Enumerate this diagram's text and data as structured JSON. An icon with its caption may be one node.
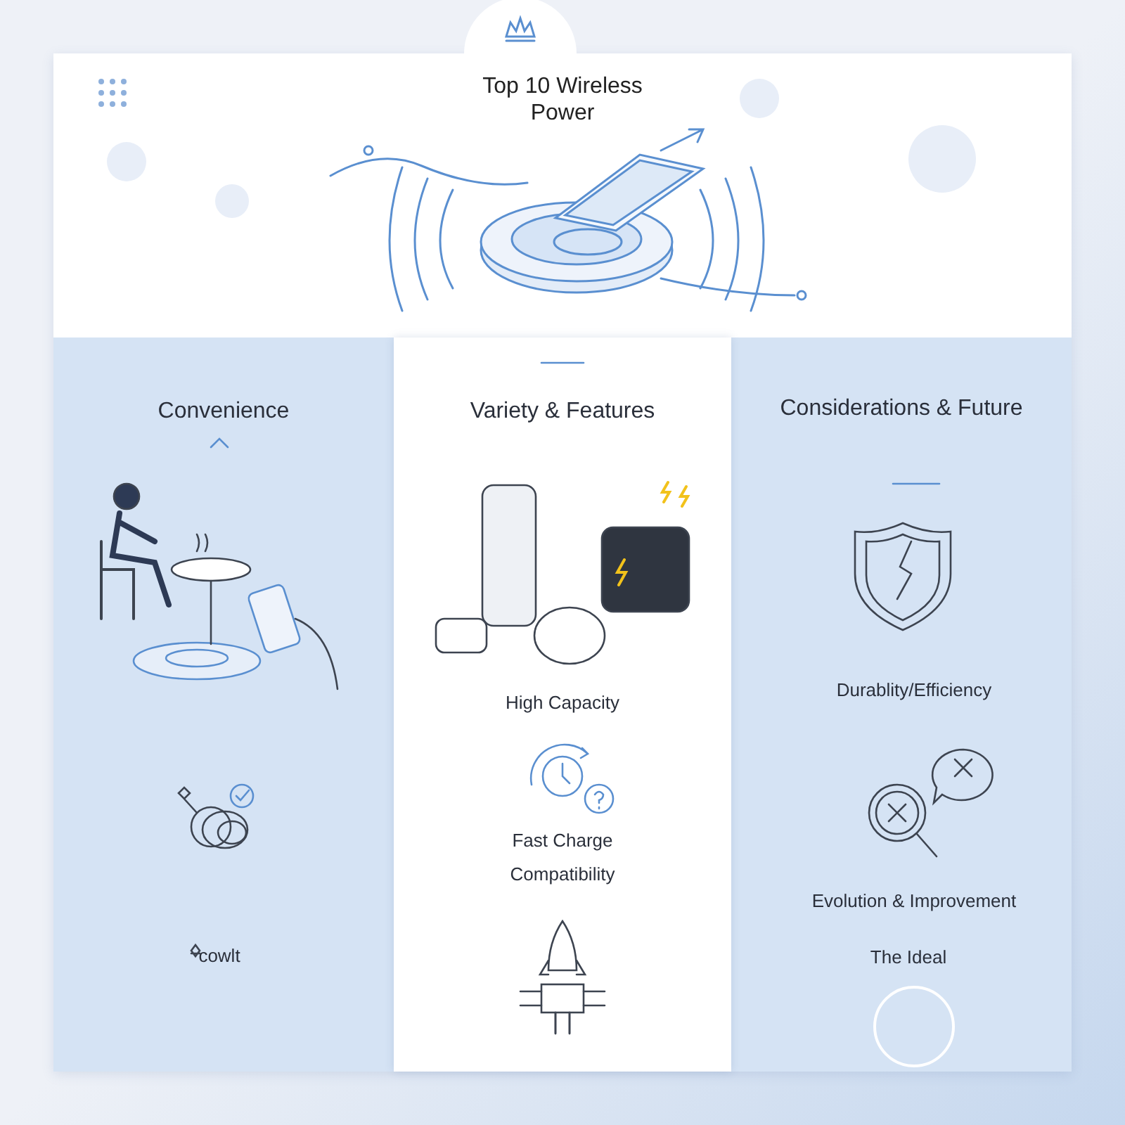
{
  "diagram": {
    "title": "Top 10 Wireless Power",
    "nodes": [
      {
        "text": [
          "Convenience"
        ]
      },
      {
        "text": [
          "Variety & Features"
        ]
      },
      {
        "text": [
          "Considerations & Future"
        ]
      }
    ],
    "labels": [
      "cowlt",
      "High Capacity",
      "Fast Charge",
      "Compatibility",
      "Durablity/Efficiency",
      "Evolution & Improvement",
      "The Ideal"
    ]
  }
}
